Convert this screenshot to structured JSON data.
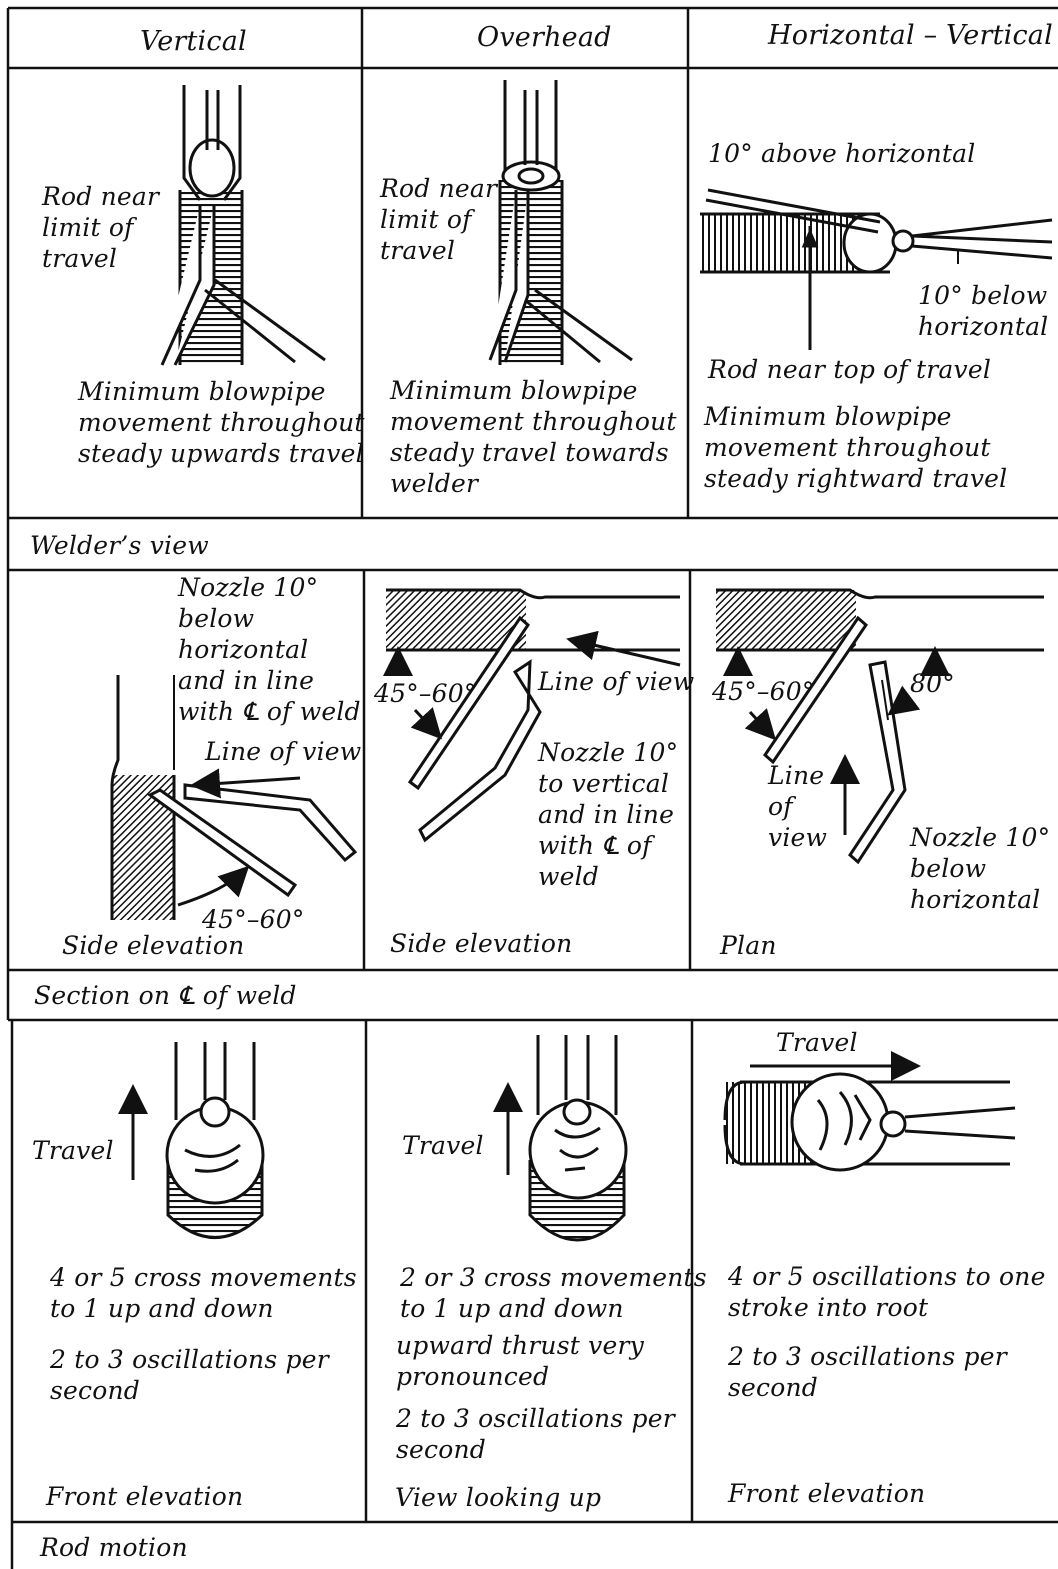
{
  "columns": {
    "vertical": "Vertical",
    "overhead": "Overhead",
    "horizontal_vertical": "Horizontal – Vertical"
  },
  "row1": {
    "vertical": {
      "rod_label": "Rod near\nlimit of\ntravel",
      "note": "Minimum blowpipe\nmovement throughout\nsteady upwards travel"
    },
    "overhead": {
      "rod_label": "Rod near\nlimit of\ntravel",
      "note": "Minimum blowpipe\nmovement throughout\nsteady travel towards\nwelder"
    },
    "horizontal_vertical": {
      "above": "10° above horizontal",
      "below": "10° below\nhorizontal",
      "rod_label": "Rod near top of travel",
      "note": "Minimum blowpipe\nmovement throughout\nsteady rightward travel"
    }
  },
  "section_welders_view": "Welder’s view",
  "row2": {
    "vertical": {
      "nozzle": "Nozzle 10°\nbelow\nhorizontal\nand in line\nwith ℄ of weld",
      "line_of_view": "Line of view",
      "angle": "45°–60°",
      "caption": "Side elevation"
    },
    "overhead": {
      "angle": "45°–60°",
      "line_of_view": "Line of view",
      "nozzle": "Nozzle 10°\nto vertical\nand in line\nwith ℄ of\nweld",
      "caption": "Side elevation"
    },
    "horizontal_vertical": {
      "angle": "45°–60°",
      "angle2": "80°",
      "line_of_view": "Line\nof\nview",
      "nozzle": "Nozzle 10°\nbelow\nhorizontal",
      "caption": "Plan"
    }
  },
  "section_weld": "Section on ℄ of weld",
  "row3": {
    "vertical": {
      "travel": "Travel",
      "note1": "4 or 5 cross movements\nto 1 up and down",
      "note2": "2 to 3 oscillations per\nsecond",
      "caption": "Front elevation"
    },
    "overhead": {
      "travel": "Travel",
      "note1": "2 or 3 cross movements\nto 1 up and down",
      "note2": "upward thrust very\npronounced",
      "note3": "2 to 3 oscillations per\nsecond",
      "caption": "View looking up"
    },
    "horizontal_vertical": {
      "travel": "Travel",
      "note1": "4 or 5 oscillations to one\nstroke into root",
      "note2": "2 to 3 oscillations per\nsecond",
      "caption": "Front elevation"
    }
  },
  "section_rod_motion": "Rod motion"
}
